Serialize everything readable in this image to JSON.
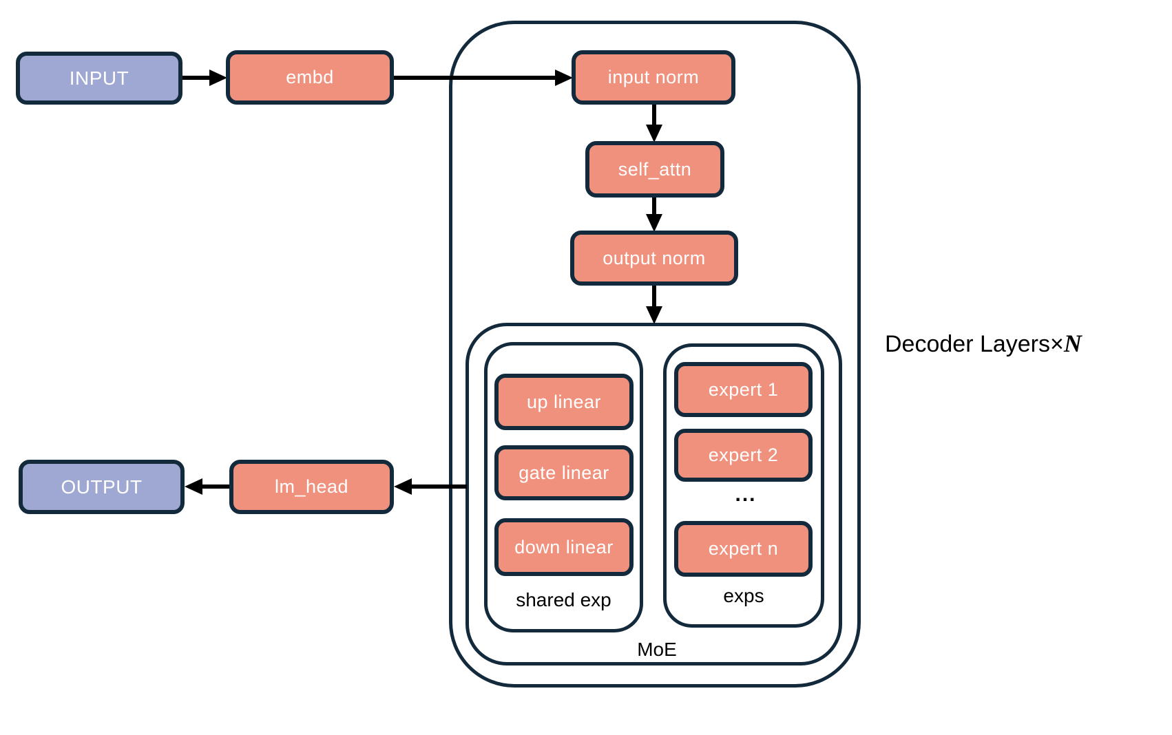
{
  "diagram": {
    "io_nodes": {
      "input": "INPUT",
      "output": "OUTPUT"
    },
    "blocks": {
      "embd": "embd",
      "lm_head": "lm_head",
      "input_norm": "input norm",
      "self_attn": "self_attn",
      "output_norm": "output norm",
      "up_linear": "up linear",
      "gate_linear": "gate linear",
      "down_linear": "down linear",
      "expert_1": "expert 1",
      "expert_2": "expert 2",
      "expert_n": "expert n"
    },
    "labels": {
      "ellipsis": "...",
      "shared_exp": "shared exp",
      "exps": "exps",
      "moe": "MoE",
      "decoder_layers": "Decoder Layers",
      "times": "×",
      "n": "N"
    },
    "colors": {
      "io_fill": "#9fa8d2",
      "block_fill": "#f0917e",
      "border": "#13293c",
      "arrow": "#000000",
      "box_text": "#ffffff",
      "label_text": "#000000",
      "background": "#ffffff"
    }
  }
}
